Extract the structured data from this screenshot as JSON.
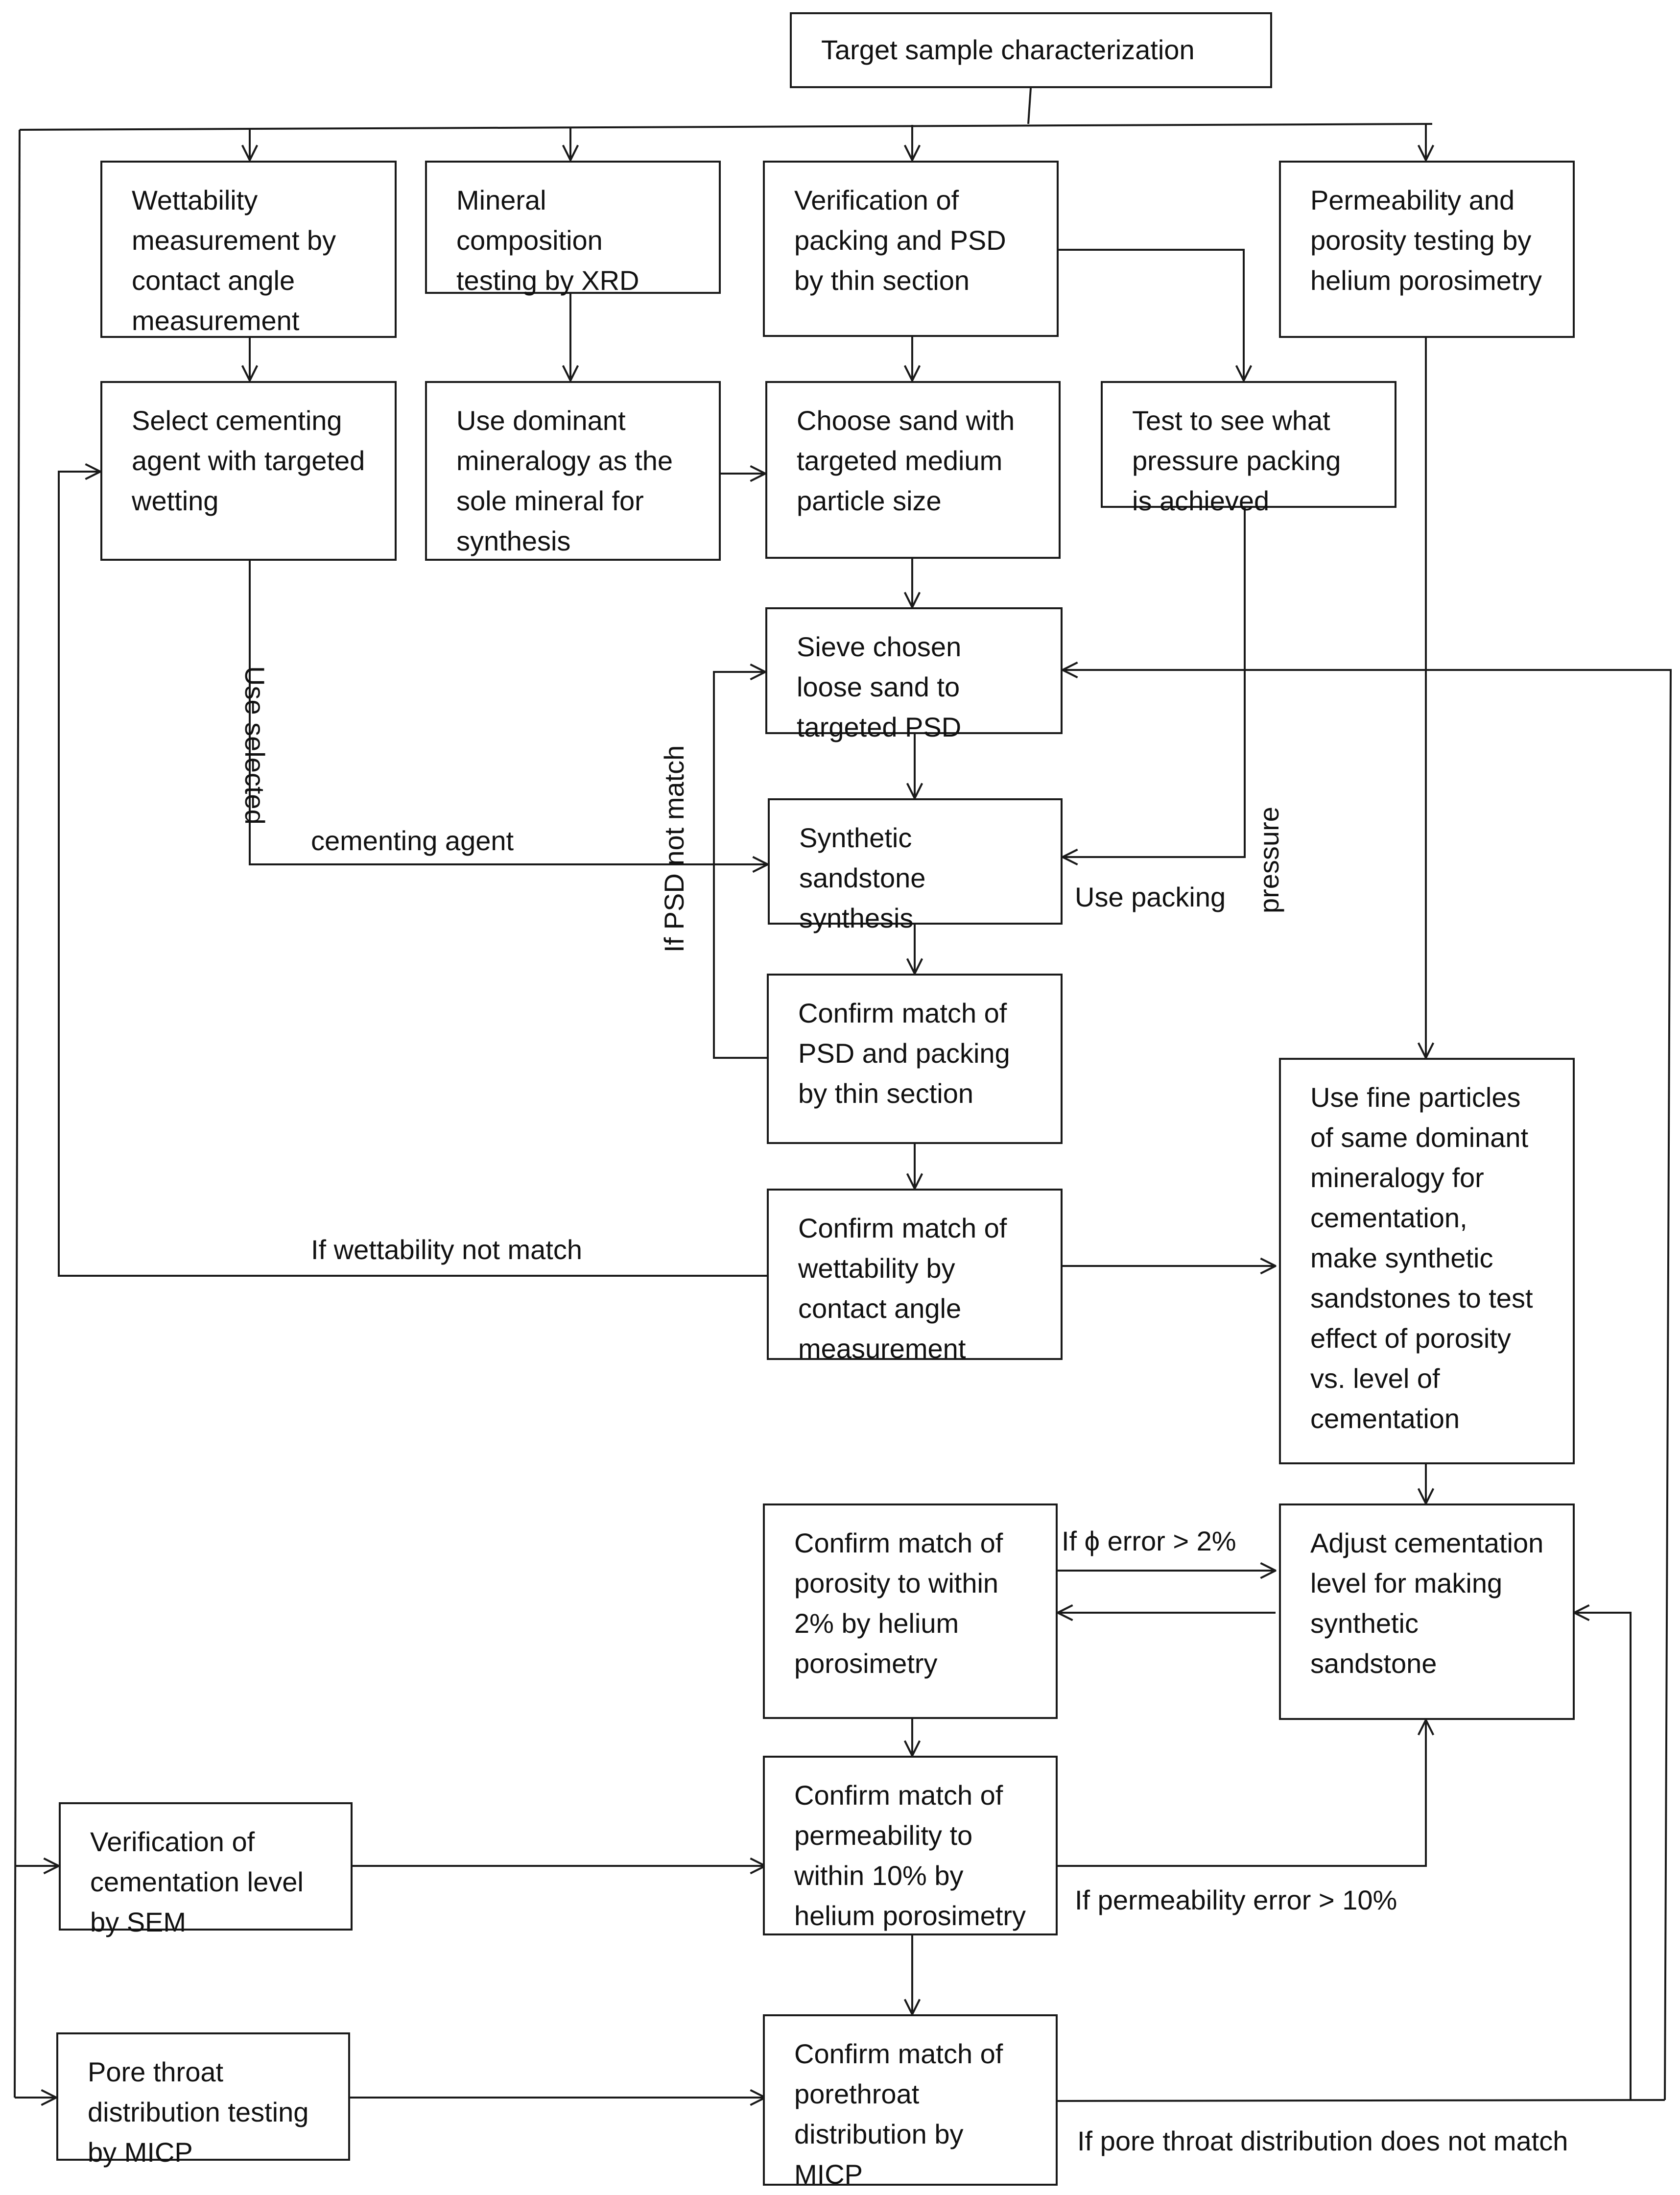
{
  "colors": {
    "line": "#1a1a1a",
    "background": "#ffffff",
    "text": "#111111"
  },
  "boxes": {
    "target": "Target sample characterization",
    "wettability_measurement": "Wettability\nmeasurement by\ncontact angle\nmeasurement",
    "mineral_composition": "Mineral\ncomposition\ntesting by XRD",
    "verification_packing": "Verification of\npacking and PSD\nby thin section",
    "permeability_porosity": "Permeability and\nporosity testing by\nhelium porosimetry",
    "select_cementing": "Select cementing\nagent with targeted\nwetting",
    "use_dominant": "Use dominant\nmineralogy as the\nsole mineral for\nsynthesis",
    "choose_sand": "Choose sand with\ntargeted medium\nparticle size",
    "test_pressure": "Test to see what\npressure packing\nis achieved",
    "sieve_sand": "Sieve chosen\nloose sand to\ntargeted PSD",
    "synthesis": "Synthetic\nsandstone\nsynthesis",
    "confirm_psd": "Confirm match of\nPSD and packing\nby thin section",
    "confirm_wettability": "Confirm match of\nwettability by\ncontact angle\nmeasurement",
    "fine_particles": "Use fine particles\nof same dominant\nmineralogy for\ncementation,\nmake synthetic\nsandstones to test\neffect of porosity\nvs. level of\ncementation",
    "confirm_porosity": "Confirm match of\nporosity to within\n2% by helium\nporosimetry",
    "adjust_cementation": "Adjust cementation\nlevel for making\nsynthetic\nsandstone",
    "verification_sem": "Verification of\ncementation level\nby SEM",
    "confirm_permeability": "Confirm match of\npermeability  to\nwithin 10% by\nhelium porosimetry",
    "pore_throat_testing": "Pore throat\ndistribution testing\nby MICP",
    "confirm_porethroat": "Confirm match of\nporethroat\ndistribution by\nMICP"
  },
  "labels": {
    "use_selected": "Use selected",
    "cementing_agent": "cementing agent",
    "if_psd_not_match": "If PSD not match",
    "use_packing": "Use packing",
    "pressure": "pressure",
    "if_wettability_not_match": "If wettability not match",
    "if_phi_error": "If  ϕ error > 2%",
    "if_permeability_error": "If permeability  error > 10%",
    "if_pore_throat": "If pore throat distribution does not match"
  }
}
